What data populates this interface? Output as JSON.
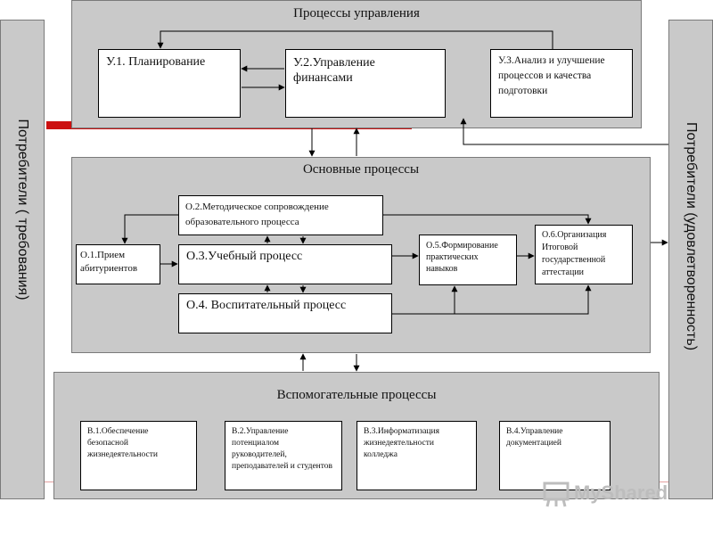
{
  "colors": {
    "panel": "#c9c9c9",
    "accent_red": "#cc1111",
    "box_border": "#000000"
  },
  "management": {
    "title": "Процессы управления",
    "u1": "У.1. Планирование",
    "u2": "У.2.Управление финансами",
    "u3": "У.3.Анализ и улучшение процессов и качества подготовки"
  },
  "main": {
    "title": "Основные процессы",
    "o1": "О.1.Прием абитуриентов",
    "o2": "О.2.Методическое сопровождение образовательного процесса",
    "o3": "О.3.Учебный процесс",
    "o4": "О.4. Воспитательный процесс",
    "o5": "О.5.Формирование практических навыков",
    "o6": "О.6.Организация Итоговой государственной аттестации"
  },
  "support": {
    "title": "Вспомогательные процессы",
    "v1": "В.1.Обеспечение безопасной жизнедеятельности",
    "v2": "В.2.Управление потенциалом руководителей, преподавателей и студентов",
    "v3": "В.3.Информатизация жизнедеятельности колледжа",
    "v4": "В.4.Управление документацией"
  },
  "left_label": "Потребители ( требования)",
  "right_label": "Потребители (удовлетворенность)",
  "watermark": "MyShared",
  "watermark_icon": "presentation-board-icon"
}
